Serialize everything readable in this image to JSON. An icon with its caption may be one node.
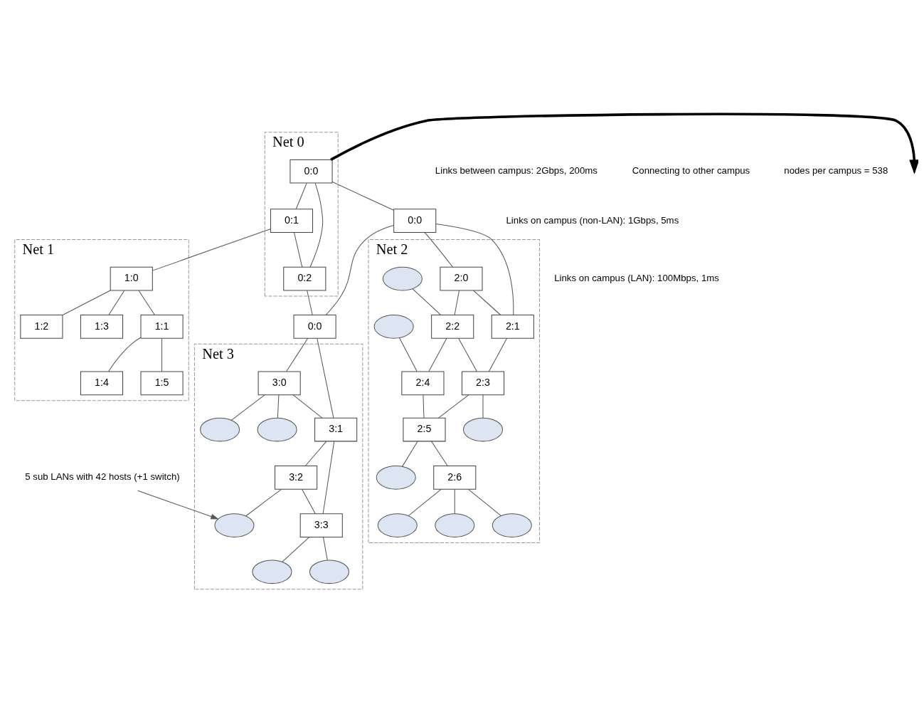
{
  "diagram": {
    "nodes": [
      {
        "text": [
          "Net 0"
        ]
      },
      {
        "text": [
          "0:1"
        ],
        "in": 0
      },
      {
        "text": [
          "0:0"
        ],
        "in": 0
      },
      {
        "text": [
          "0:2"
        ],
        "in": 0
      },
      {
        "text": [
          "Net 1"
        ]
      },
      {
        "text": [
          "1:0"
        ],
        "in": 4
      },
      {
        "text": [
          "1:2"
        ],
        "in": 4
      },
      {
        "text": [
          "1:3"
        ],
        "in": 4
      },
      {
        "text": [
          "1:1"
        ],
        "in": 4
      },
      {
        "text": [
          "1:4"
        ],
        "in": 4
      },
      {
        "text": [
          "1:5"
        ],
        "in": 4
      },
      {
        "text": [
          "0:0"
        ]
      },
      {
        "text": [
          "0:0"
        ]
      },
      {
        "text": [
          "Net 2"
        ]
      },
      {
        "text": [
          "2:0"
        ],
        "in": 13
      },
      {
        "text": [
          "2:1"
        ],
        "in": 13
      },
      {
        "text": [],
        "shape": "ellipse",
        "in": 13
      },
      {
        "text": [
          "2:2"
        ],
        "in": 13
      },
      {
        "text": [
          "2:3"
        ],
        "in": 13
      },
      {
        "text": [],
        "shape": "ellipse",
        "in": 13
      },
      {
        "text": [],
        "shape": "ellipse",
        "in": 13
      },
      {
        "text": [
          "2:4"
        ],
        "in": 13
      },
      {
        "text": [
          "2:5"
        ],
        "in": 13
      },
      {
        "text": [],
        "shape": "ellipse",
        "in": 13
      },
      {
        "text": [
          "2:6"
        ],
        "in": 13
      },
      {
        "text": [],
        "shape": "ellipse",
        "in": 13
      },
      {
        "text": [],
        "shape": "ellipse",
        "in": 13
      },
      {
        "text": [],
        "shape": "ellipse",
        "in": 13
      },
      {
        "text": [
          "Net 3"
        ]
      },
      {
        "text": [
          "3:0"
        ],
        "in": 28
      },
      {
        "text": [
          "3:1"
        ],
        "in": 28
      },
      {
        "text": [],
        "shape": "ellipse",
        "in": 28
      },
      {
        "text": [],
        "shape": "ellipse",
        "in": 28
      },
      {
        "text": [
          "3:2"
        ],
        "in": 28
      },
      {
        "text": [
          "3:3"
        ],
        "in": 28
      },
      {
        "text": [],
        "shape": "ellipse",
        "in": 28
      },
      {
        "text": [],
        "shape": "ellipse",
        "in": 28
      },
      {
        "text": [],
        "shape": "ellipse",
        "in": 28
      },
      {
        "text": [
          "5 sub LANs with 42 hosts (+1 switch)"
        ]
      }
    ],
    "edges": [
      {
        "from": 2,
        "to": 1,
        "arrow": "none"
      },
      {
        "from": 1,
        "to": 3,
        "arrow": "none"
      },
      {
        "from": 2,
        "to": 3,
        "arrow": "none"
      },
      {
        "from": 1,
        "to": 5,
        "arrow": "none"
      },
      {
        "from": 5,
        "to": 6,
        "arrow": "none"
      },
      {
        "from": 5,
        "to": 7,
        "arrow": "none"
      },
      {
        "from": 5,
        "to": 8,
        "arrow": "none"
      },
      {
        "from": 8,
        "to": 9,
        "arrow": "none"
      },
      {
        "from": 8,
        "to": 10,
        "arrow": "none"
      },
      {
        "from": 2,
        "to": 11,
        "arrow": "none"
      },
      {
        "from": 3,
        "to": 12,
        "arrow": "none"
      },
      {
        "from": 11,
        "to": 12,
        "arrow": "none"
      },
      {
        "from": 11,
        "to": 14,
        "arrow": "none"
      },
      {
        "from": 11,
        "to": 15,
        "arrow": "none"
      },
      {
        "from": 14,
        "to": 15,
        "arrow": "none"
      },
      {
        "from": 14,
        "to": 17,
        "arrow": "none"
      },
      {
        "from": 15,
        "to": 18,
        "arrow": "none"
      },
      {
        "from": 16,
        "to": 17,
        "arrow": "none"
      },
      {
        "from": 17,
        "to": 18,
        "arrow": "none"
      },
      {
        "from": 18,
        "to": 19,
        "arrow": "none"
      },
      {
        "from": 17,
        "to": 21,
        "arrow": "none"
      },
      {
        "from": 18,
        "to": 22,
        "arrow": "none"
      },
      {
        "from": 20,
        "to": 21,
        "arrow": "none"
      },
      {
        "from": 21,
        "to": 22,
        "arrow": "none"
      },
      {
        "from": 22,
        "to": 23,
        "arrow": "none"
      },
      {
        "from": 22,
        "to": 24,
        "arrow": "none"
      },
      {
        "from": 24,
        "to": 25,
        "arrow": "none"
      },
      {
        "from": 24,
        "to": 26,
        "arrow": "none"
      },
      {
        "from": 24,
        "to": 27,
        "arrow": "none"
      },
      {
        "from": 12,
        "to": 29,
        "arrow": "none"
      },
      {
        "from": 12,
        "to": 30,
        "arrow": "none"
      },
      {
        "from": 29,
        "to": 30,
        "arrow": "none"
      },
      {
        "from": 29,
        "to": 31,
        "arrow": "none"
      },
      {
        "from": 29,
        "to": 32,
        "arrow": "none"
      },
      {
        "from": 30,
        "to": 33,
        "arrow": "none"
      },
      {
        "from": 30,
        "to": 34,
        "arrow": "none"
      },
      {
        "from": 33,
        "to": 34,
        "arrow": "none"
      },
      {
        "from": 33,
        "to": 35,
        "arrow": "none"
      },
      {
        "from": 34,
        "to": 36,
        "arrow": "none"
      },
      {
        "from": 34,
        "to": 37,
        "arrow": "none"
      },
      {
        "from": 38,
        "to": 35,
        "arrow": "to"
      },
      {
        "from": 2,
        "to": null,
        "arrow": "to",
        "style": "thick"
      }
    ],
    "labels": [
      "Links between campus: 2Gbps, 200ms",
      "Links on campus (non-LAN): 1Gbps, 5ms",
      "Links on campus (LAN): 100Mbps, 1ms",
      "Connecting to other campus",
      "nodes per campus = 538"
    ]
  }
}
